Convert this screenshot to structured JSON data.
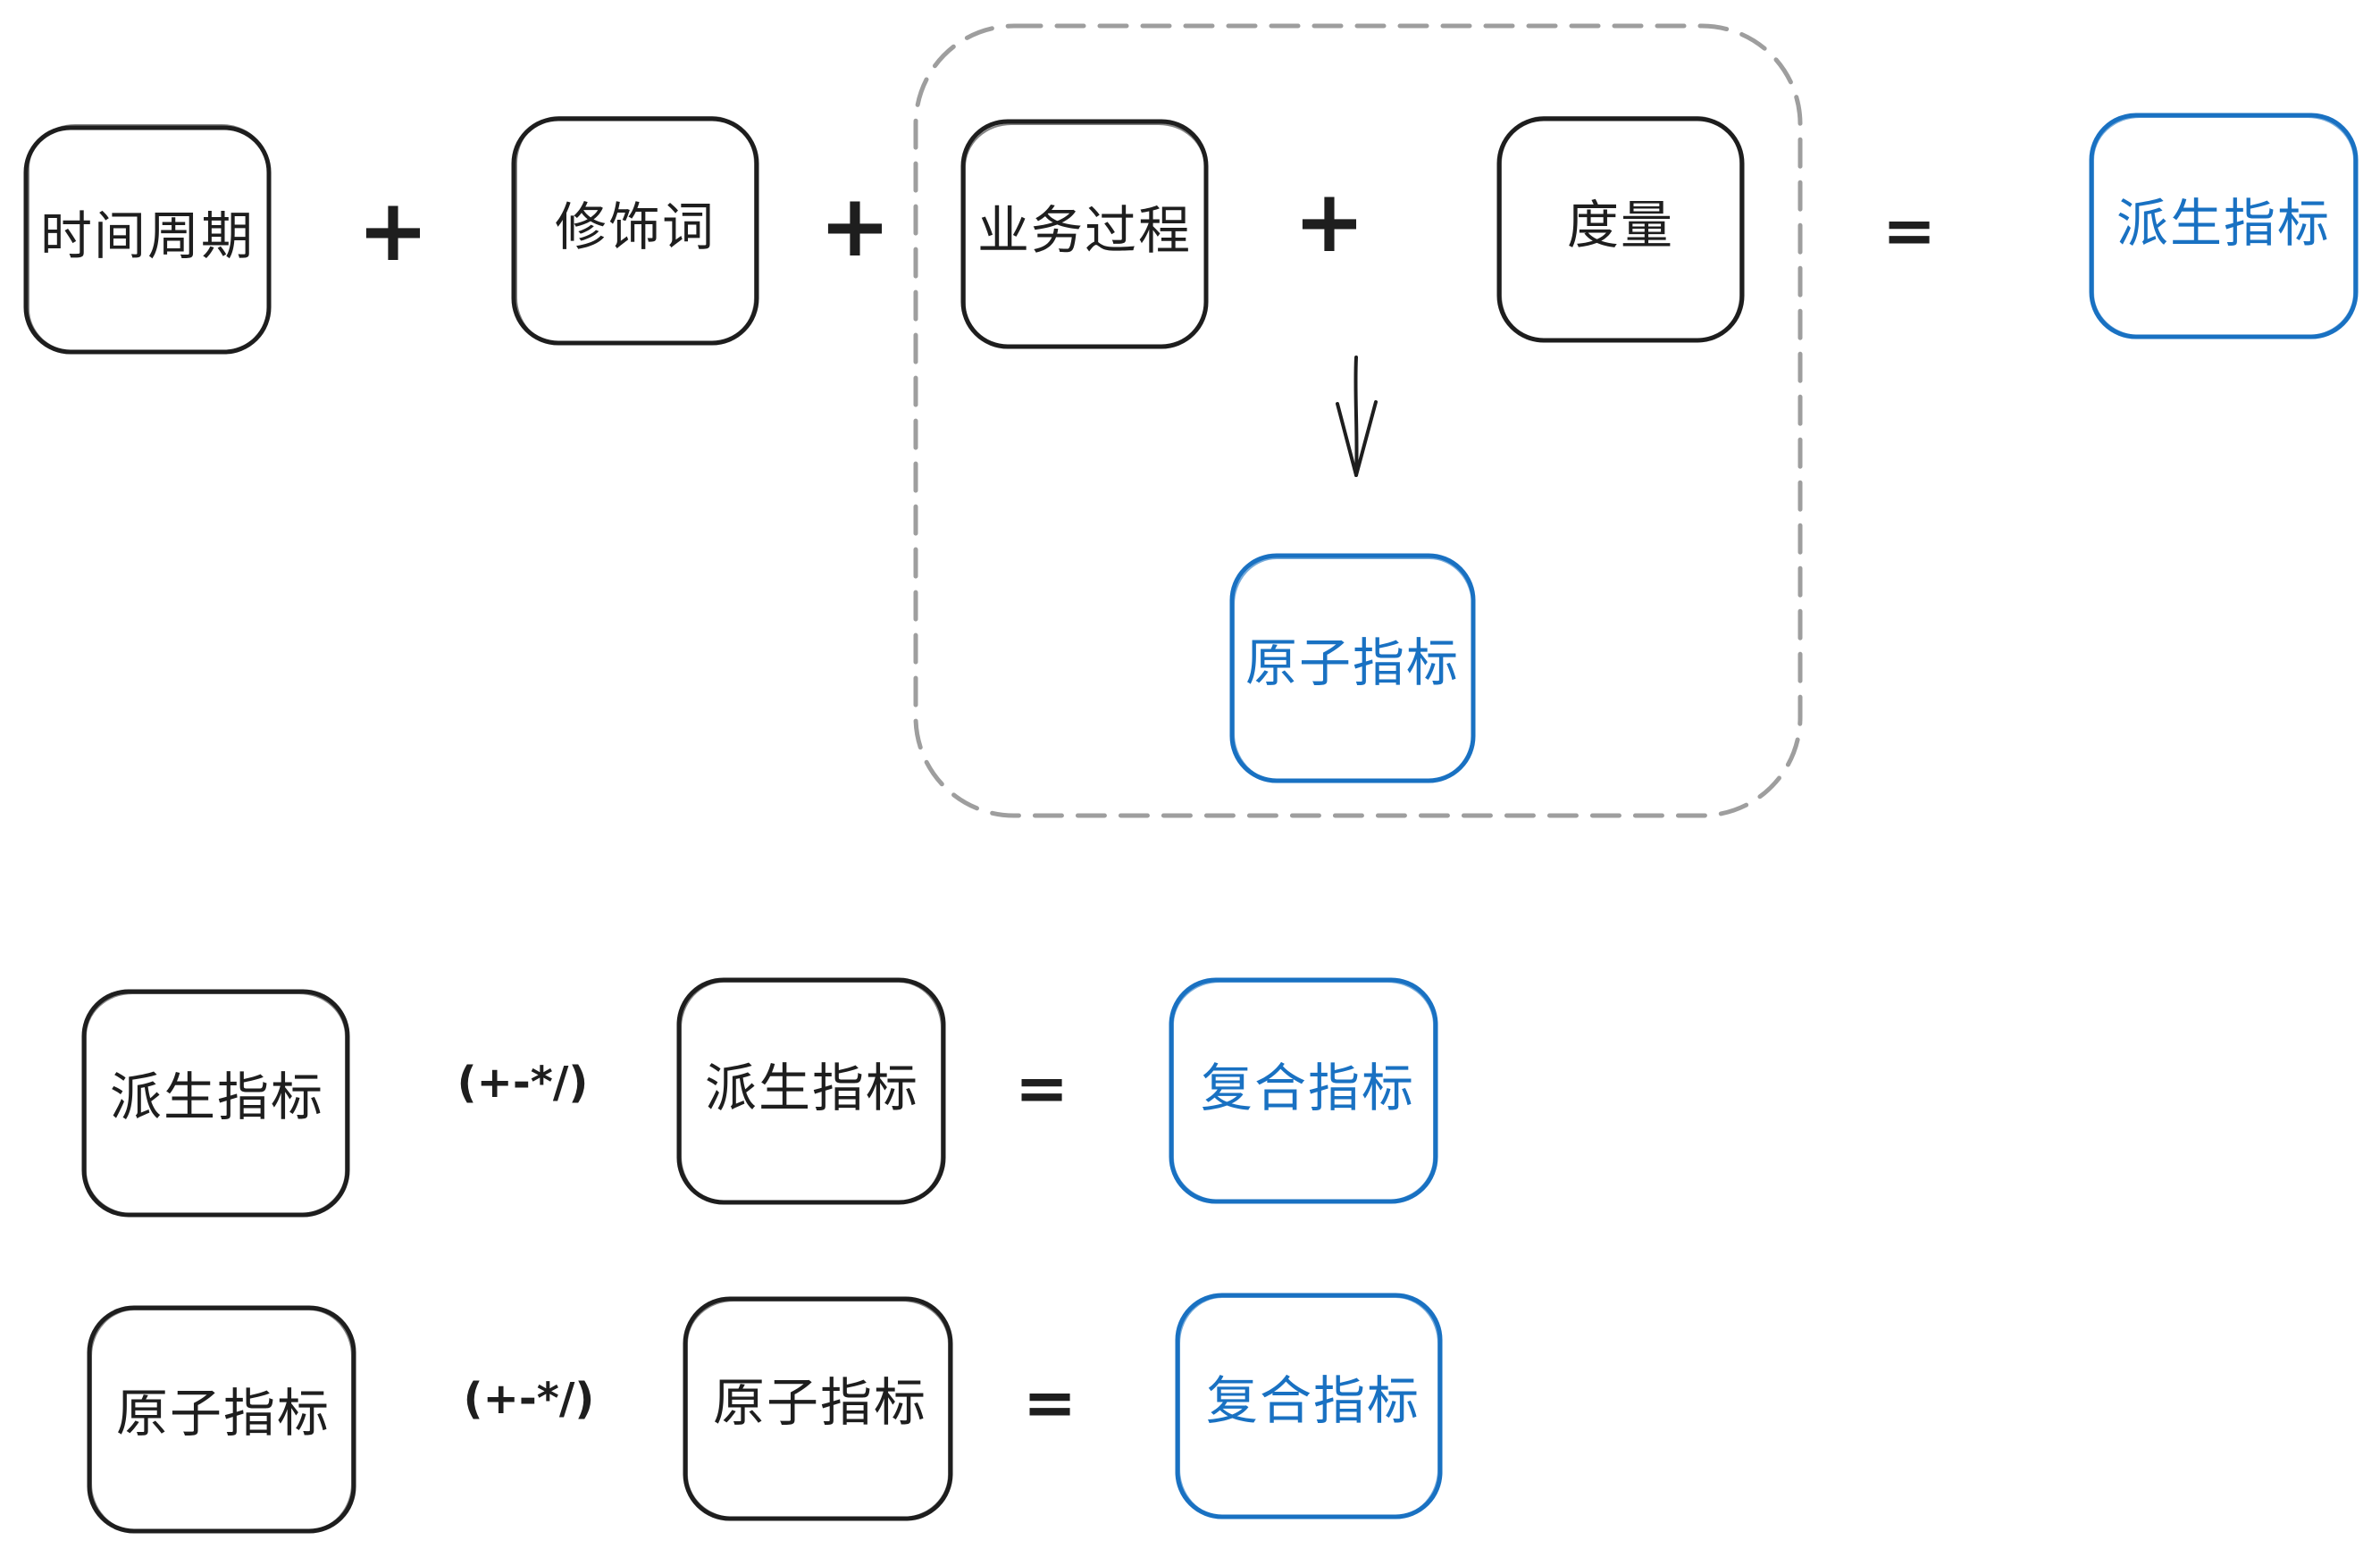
{
  "formula_1": {
    "time_period": "时间周期",
    "plus_1": "+",
    "modifier": "修饰词",
    "plus_2": "+",
    "business_process": "业务过程",
    "plus_3": "+",
    "measure": "度量",
    "equals": "=",
    "derived_metric": "派生指标",
    "atomic_metric": "原子指标",
    "arrow_icon": "arrow-down-icon"
  },
  "formula_2": {
    "left": "派生指标",
    "operators": "(+-*/)",
    "right": "派生指标",
    "equals": "=",
    "result": "复合指标"
  },
  "formula_3": {
    "left": "原子指标",
    "operators": "(+-*/)",
    "right": "原子指标",
    "equals": "=",
    "result": "复合指标"
  },
  "colors": {
    "ink": "#1e1e1e",
    "accent": "#1971c2",
    "group_border": "#9e9e9e",
    "box_fill": "#ffffff",
    "derived_fill": "#ffd8a8",
    "atomic_fill": "#b2f2bb",
    "composite_fill": "#ffec99"
  }
}
